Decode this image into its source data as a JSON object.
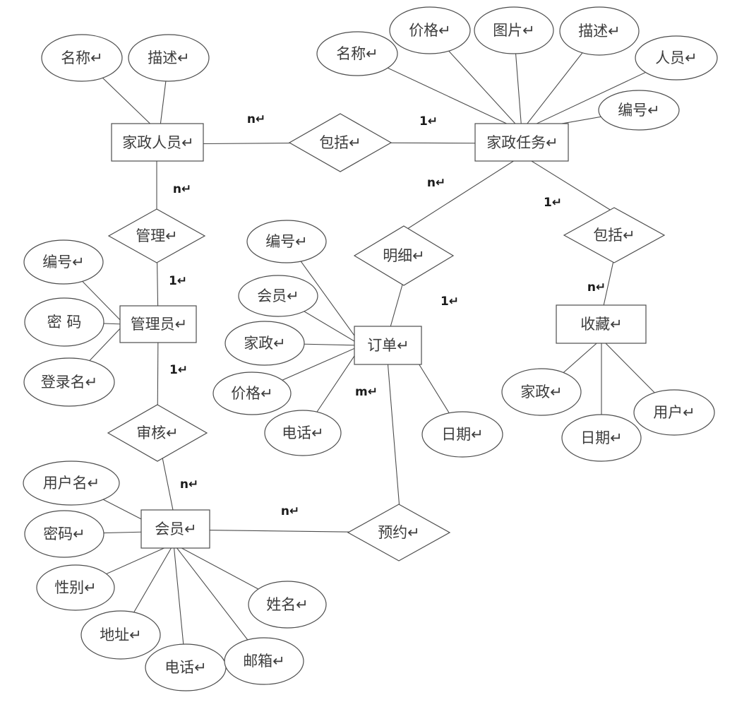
{
  "entities": {
    "staff": {
      "label": "家政人员↵"
    },
    "task": {
      "label": "家政任务↵"
    },
    "admin": {
      "label": "管理员↵"
    },
    "order": {
      "label": "订单↵"
    },
    "favorite": {
      "label": "收藏↵"
    },
    "member": {
      "label": "会员↵"
    }
  },
  "relationships": {
    "include1": {
      "label": "包括↵"
    },
    "manage": {
      "label": "管理↵"
    },
    "detail": {
      "label": "明细↵"
    },
    "include2": {
      "label": "包括↵"
    },
    "review": {
      "label": "审核↵"
    },
    "reserve": {
      "label": "预约↵"
    }
  },
  "attributes": {
    "staff": {
      "name": "名称↵",
      "desc": "描述↵"
    },
    "task": {
      "name": "名称↵",
      "price": "价格↵",
      "image": "图片↵",
      "desc": "描述↵",
      "personnel": "人员↵",
      "number": "编号↵"
    },
    "admin": {
      "number": "编号↵",
      "password": "密 码",
      "login": "登录名↵"
    },
    "order": {
      "number": "编号↵",
      "member": "会员↵",
      "service": "家政↵",
      "price": "价格↵",
      "phone": "电话↵",
      "date": "日期↵"
    },
    "favorite": {
      "service": "家政↵",
      "date": "日期↵",
      "user": "用户↵"
    },
    "member": {
      "username": "用户名↵",
      "password": "密码↵",
      "gender": "性别↵",
      "address": "地址↵",
      "phone": "电话↵",
      "email": "邮箱↵",
      "realname": "姓名↵"
    }
  },
  "cardinalities": {
    "staff_include1": "n↵",
    "include1_task": "1↵",
    "staff_manage": "n↵",
    "manage_admin": "1↵",
    "admin_review": "1↵",
    "review_member": "n↵",
    "task_detail": "n↵",
    "detail_order": "1↵",
    "task_include2": "1↵",
    "include2_favorite": "n↵",
    "order_reserve": "m↵",
    "member_reserve": "n↵"
  }
}
